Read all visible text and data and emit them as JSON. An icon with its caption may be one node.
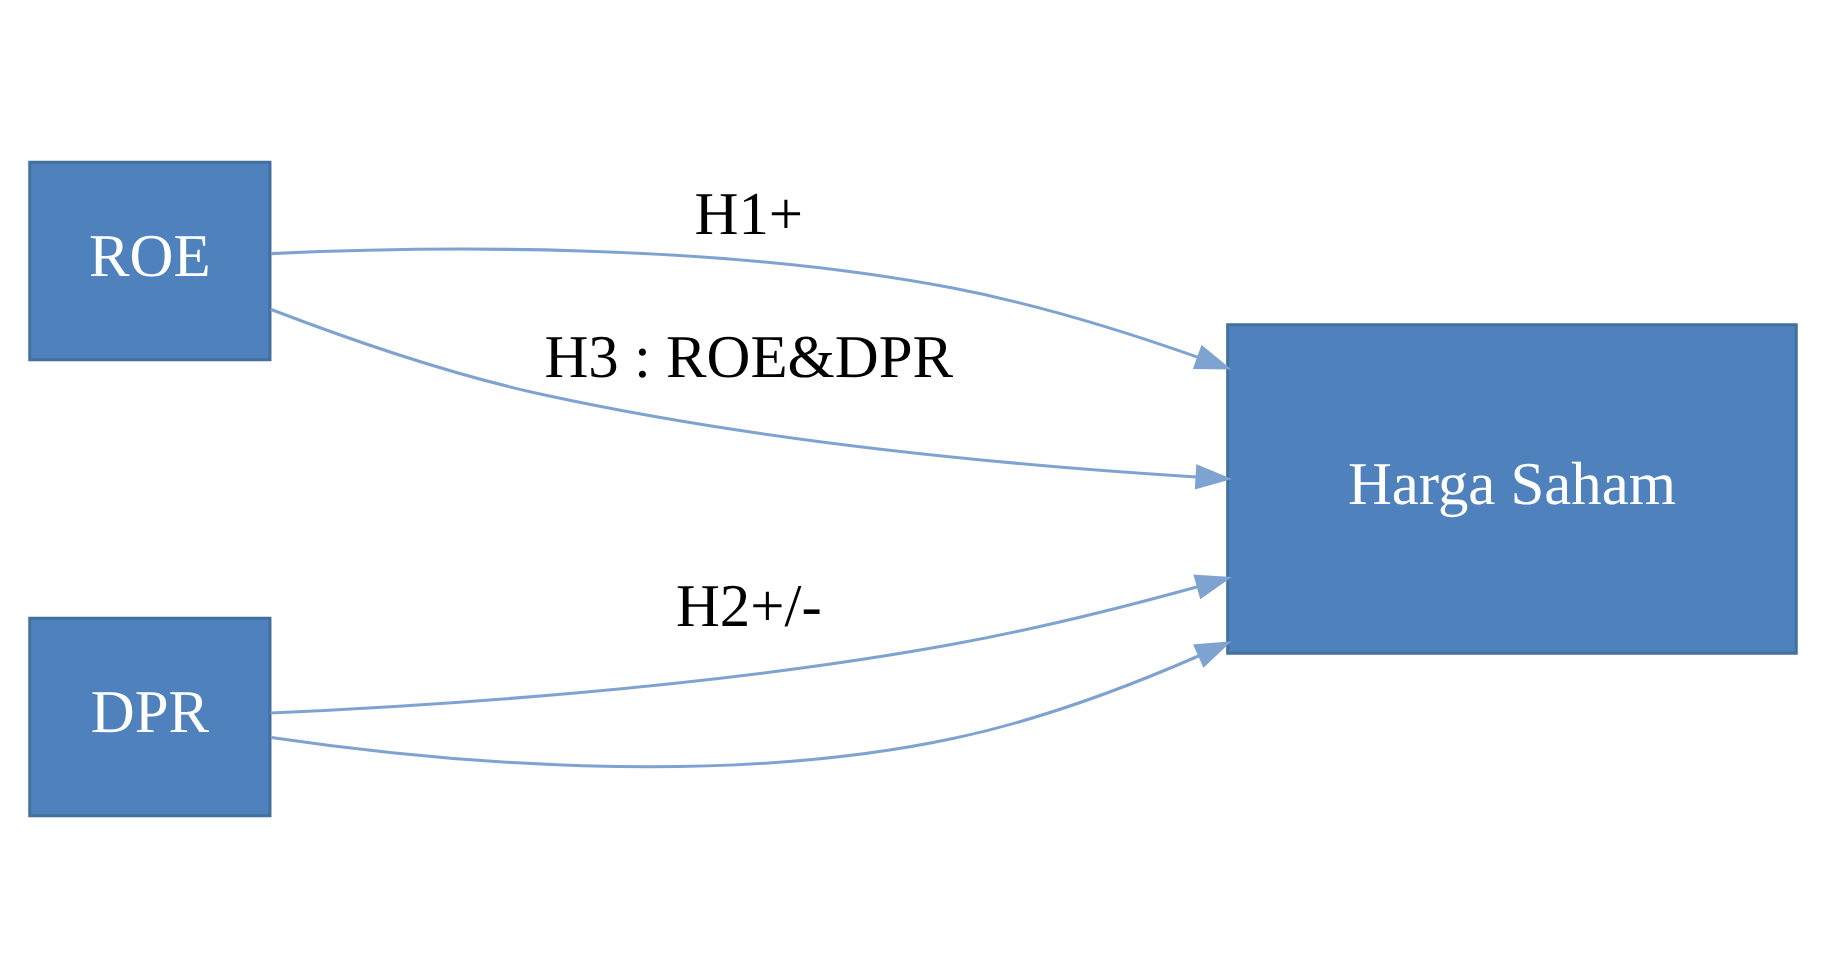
{
  "diagram": {
    "nodes": [
      {
        "text": [
          "ROE"
        ]
      },
      {
        "text": [
          "DPR"
        ]
      },
      {
        "text": [
          "Harga Saham"
        ]
      }
    ],
    "edges": [
      {
        "from": 0,
        "to": 2,
        "arrow": "to",
        "label": "H1+"
      },
      {
        "from": 1,
        "to": 2,
        "arrow": "to",
        "label": "H2+/-"
      },
      {
        "from": 0,
        "to": 2,
        "arrow": "to",
        "label": "H3 : ROE&DPR"
      },
      {
        "from": 1,
        "to": 2,
        "arrow": "to"
      }
    ]
  }
}
